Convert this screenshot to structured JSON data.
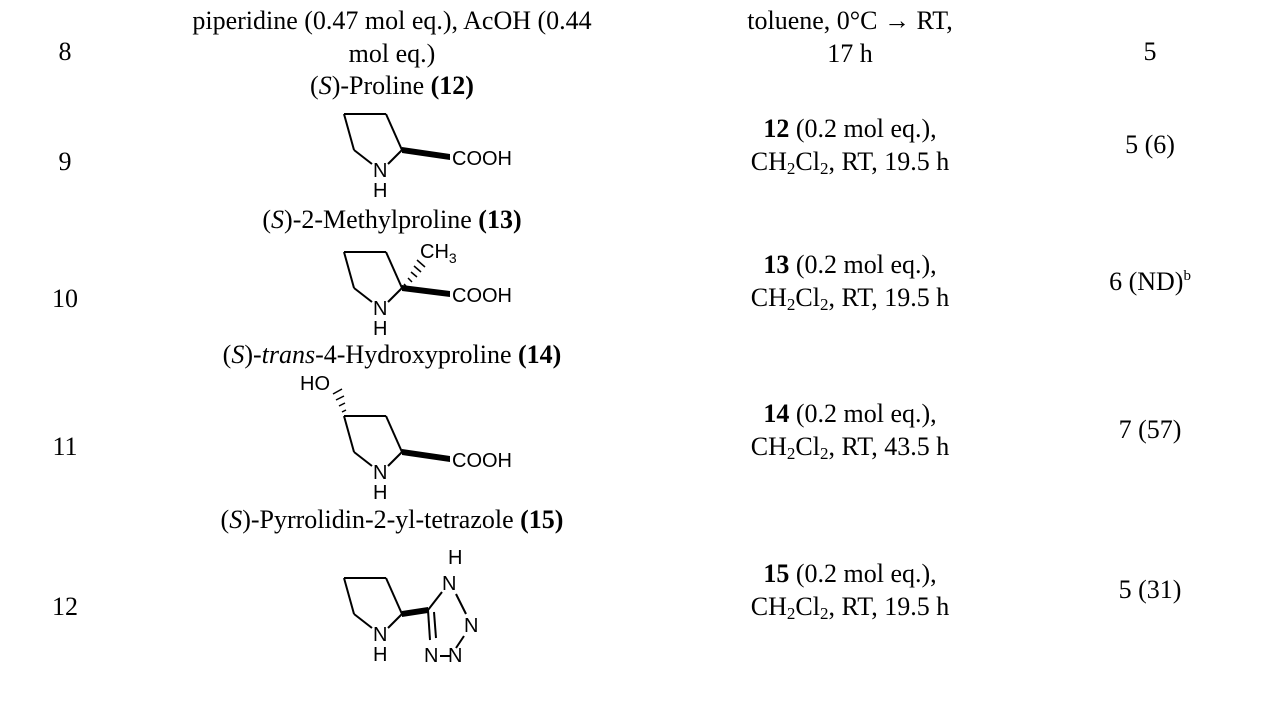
{
  "rows": [
    {
      "entry": "8",
      "reagent_line1": "piperidine (0.47 mol eq.), AcOH (0.44",
      "reagent_line2": "mol eq.)",
      "conditions_line1": "toluene, 0°C → RT,",
      "conditions_line2": "17 h",
      "yield": "5"
    },
    {
      "entry": "9",
      "name_prefix": "(",
      "name_italic": "S",
      "name_rest": ")-Proline ",
      "name_bold": "(12)",
      "cond_bold": "12",
      "cond_rest": " (0.2 mol eq.),",
      "cond_line2_a": "CH",
      "cond_line2_sub1": "2",
      "cond_line2_b": "Cl",
      "cond_line2_sub2": "2",
      "cond_line2_c": ", RT, 19.5 h",
      "yield": "5 (6)",
      "struct": {
        "nh_n": "N",
        "nh_h": "H",
        "acid": "COOH"
      }
    },
    {
      "entry": "10",
      "name_prefix": "(",
      "name_italic": "S",
      "name_rest": ")-2-Methylproline ",
      "name_bold": "(13)",
      "cond_bold": "13",
      "cond_rest": " (0.2 mol eq.),",
      "cond_line2_a": "CH",
      "cond_line2_sub1": "2",
      "cond_line2_b": "Cl",
      "cond_line2_sub2": "2",
      "cond_line2_c": ", RT, 19.5 h",
      "yield_main": "6 (ND)",
      "yield_sup": "b",
      "struct": {
        "nh_n": "N",
        "nh_h": "H",
        "acid": "COOH",
        "methyl": "CH",
        "methyl_sub": "3"
      }
    },
    {
      "entry": "11",
      "name_prefix": "(",
      "name_italic": "S",
      "name_mid": ")-",
      "name_italic2": "trans",
      "name_rest": "-4-Hydroxyproline ",
      "name_bold": "(14)",
      "cond_bold": "14",
      "cond_rest": " (0.2 mol eq.),",
      "cond_line2_a": "CH",
      "cond_line2_sub1": "2",
      "cond_line2_b": "Cl",
      "cond_line2_sub2": "2",
      "cond_line2_c": ", RT, 43.5 h",
      "yield": "7 (57)",
      "struct": {
        "nh_n": "N",
        "nh_h": "H",
        "acid": "COOH",
        "hydroxy": "HO"
      }
    },
    {
      "entry": "12",
      "name_prefix": "(",
      "name_italic": "S",
      "name_rest": ")-Pyrrolidin-2-yl-tetrazole ",
      "name_bold": "(15)",
      "cond_bold": "15",
      "cond_rest": " (0.2 mol eq.),",
      "cond_line2_a": "CH",
      "cond_line2_sub1": "2",
      "cond_line2_b": "Cl",
      "cond_line2_sub2": "2",
      "cond_line2_c": ", RT, 19.5 h",
      "yield": "5 (31)",
      "struct": {
        "nh_n": "N",
        "nh_h": "H",
        "tz_h": "H",
        "tz_n1": "N",
        "tz_n2": "N",
        "tz_n3": "N",
        "tz_n4": "N"
      }
    }
  ]
}
